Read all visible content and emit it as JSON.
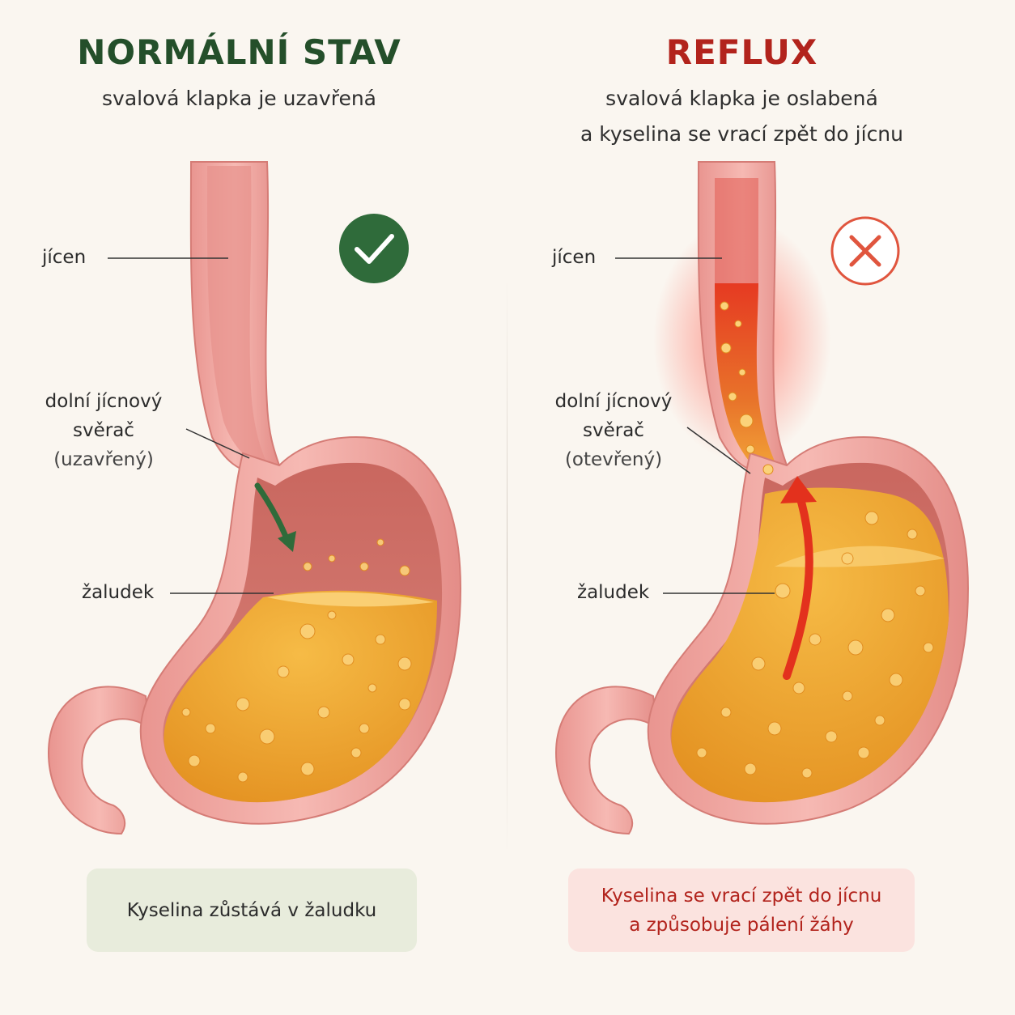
{
  "left_panel": {
    "title": "NORMÁLNÍ STAV",
    "subtitle": "svalová klapka je uzavřená",
    "labels": {
      "esophagus": "jícen",
      "sphincter_line1": "dolní jícnový",
      "sphincter_line2": "svěrač",
      "sphincter_state": "(uzavřený)",
      "stomach": "žaludek"
    },
    "status_icon": "check-icon",
    "caption": "Kyselina zůstává v žaludku"
  },
  "right_panel": {
    "title": "REFLUX",
    "subtitle_line1": "svalová klapka je oslabená",
    "subtitle_line2": "a kyselina se vrací zpět do jícnu",
    "labels": {
      "esophagus": "jícen",
      "sphincter_line1": "dolní jícnový",
      "sphincter_line2": "svěrač",
      "sphincter_state": "(otevřený)",
      "stomach": "žaludek"
    },
    "status_icon": "cross-icon",
    "caption_line1": "Kyselina se vrací zpět do jícnu",
    "caption_line2": "a způsobuje pálení žáhy"
  },
  "colors": {
    "normal_title": "#244f2a",
    "reflux_title": "#b2231c",
    "check_circle": "#2f6b3a",
    "cross_ring": "#e0553e",
    "tissue": "#f1a6a0",
    "tissue_dark": "#d9827c",
    "acid": "#f0a732",
    "acid_dark": "#e08a1e",
    "normal_caption_bg": "#e8ecdc",
    "reflux_caption_bg": "#fbe3df"
  }
}
